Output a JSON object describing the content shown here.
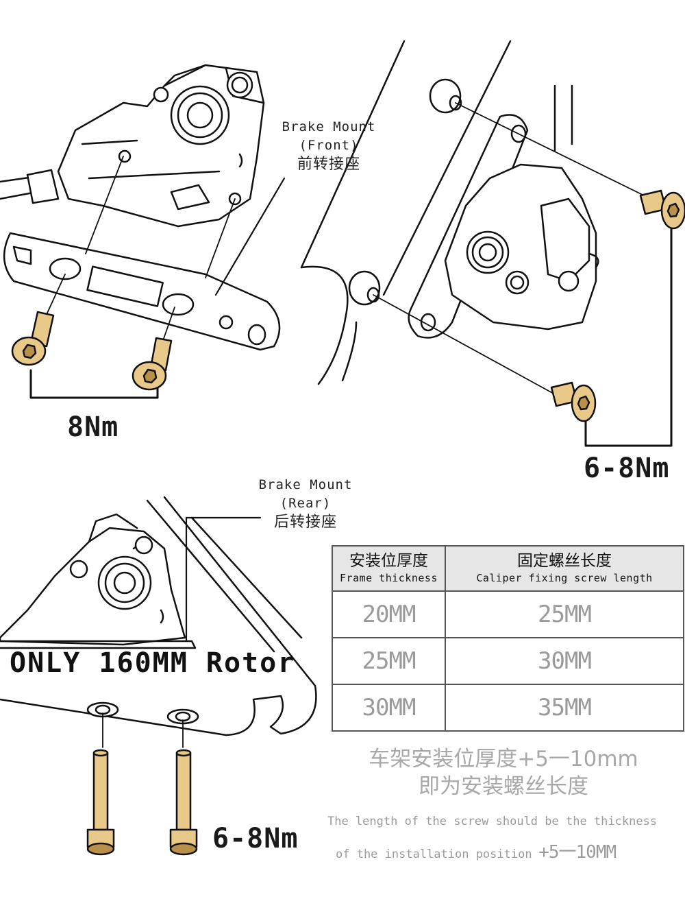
{
  "front_mount": {
    "line1": "Brake Mount",
    "line2": "(Front)",
    "line3": "前转接座"
  },
  "rear_mount": {
    "line1": "Brake Mount",
    "line2": "(Rear)",
    "line3": "后转接座"
  },
  "torques": {
    "front_adapter": "8Nm",
    "front_caliper": "6-8Nm",
    "rear": "6-8Nm"
  },
  "rotor_note": "ONLY 160MM Rotor",
  "table": {
    "headers": [
      {
        "cn": "安装位厚度",
        "en": "Frame thickness"
      },
      {
        "cn": "固定螺丝长度",
        "en": "Caliper fixing screw length"
      }
    ],
    "rows": [
      [
        "20MM",
        "25MM"
      ],
      [
        "25MM",
        "30MM"
      ],
      [
        "30MM",
        "35MM"
      ]
    ]
  },
  "note_cn": {
    "line1": "车架安装位厚度+5一10mm",
    "line2": "即为安装螺丝长度"
  },
  "note_en": {
    "line1": "The length of the screw should be the thickness",
    "line2": "of the installation position",
    "line2_value": "+5一10MM"
  },
  "colors": {
    "bolt": "#e8c98a",
    "bolt_dark": "#b8904a",
    "line": "#111111"
  }
}
